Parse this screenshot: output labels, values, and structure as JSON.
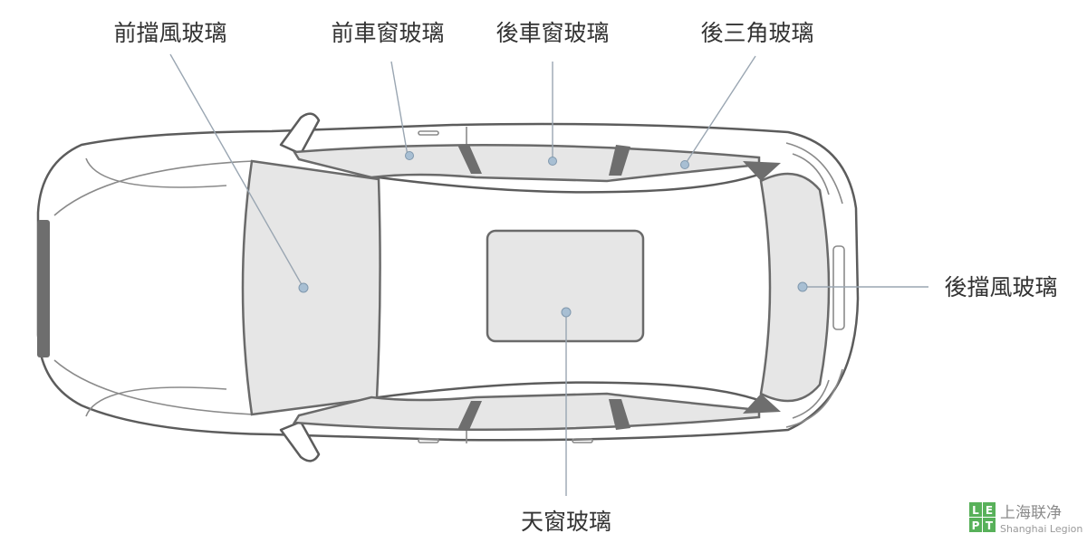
{
  "labels": {
    "front_windshield": "前擋風玻璃",
    "front_door_window": "前車窗玻璃",
    "rear_door_window": "後車窗玻璃",
    "rear_quarter_glass": "後三角玻璃",
    "rear_windshield": "後擋風玻璃",
    "sunroof_glass": "天窗玻璃"
  },
  "logo": {
    "letters": [
      "L",
      "E",
      "P",
      "T"
    ],
    "name_cn": "上海联净",
    "name_en": "Shanghai Legion",
    "brand_color": "#58b15a"
  },
  "colors": {
    "glass": "#e6e6e6",
    "outline": "#5c5c5c",
    "leader": "#9aa6b2",
    "marker": "#a8bfd3",
    "label_text": "#333333"
  }
}
